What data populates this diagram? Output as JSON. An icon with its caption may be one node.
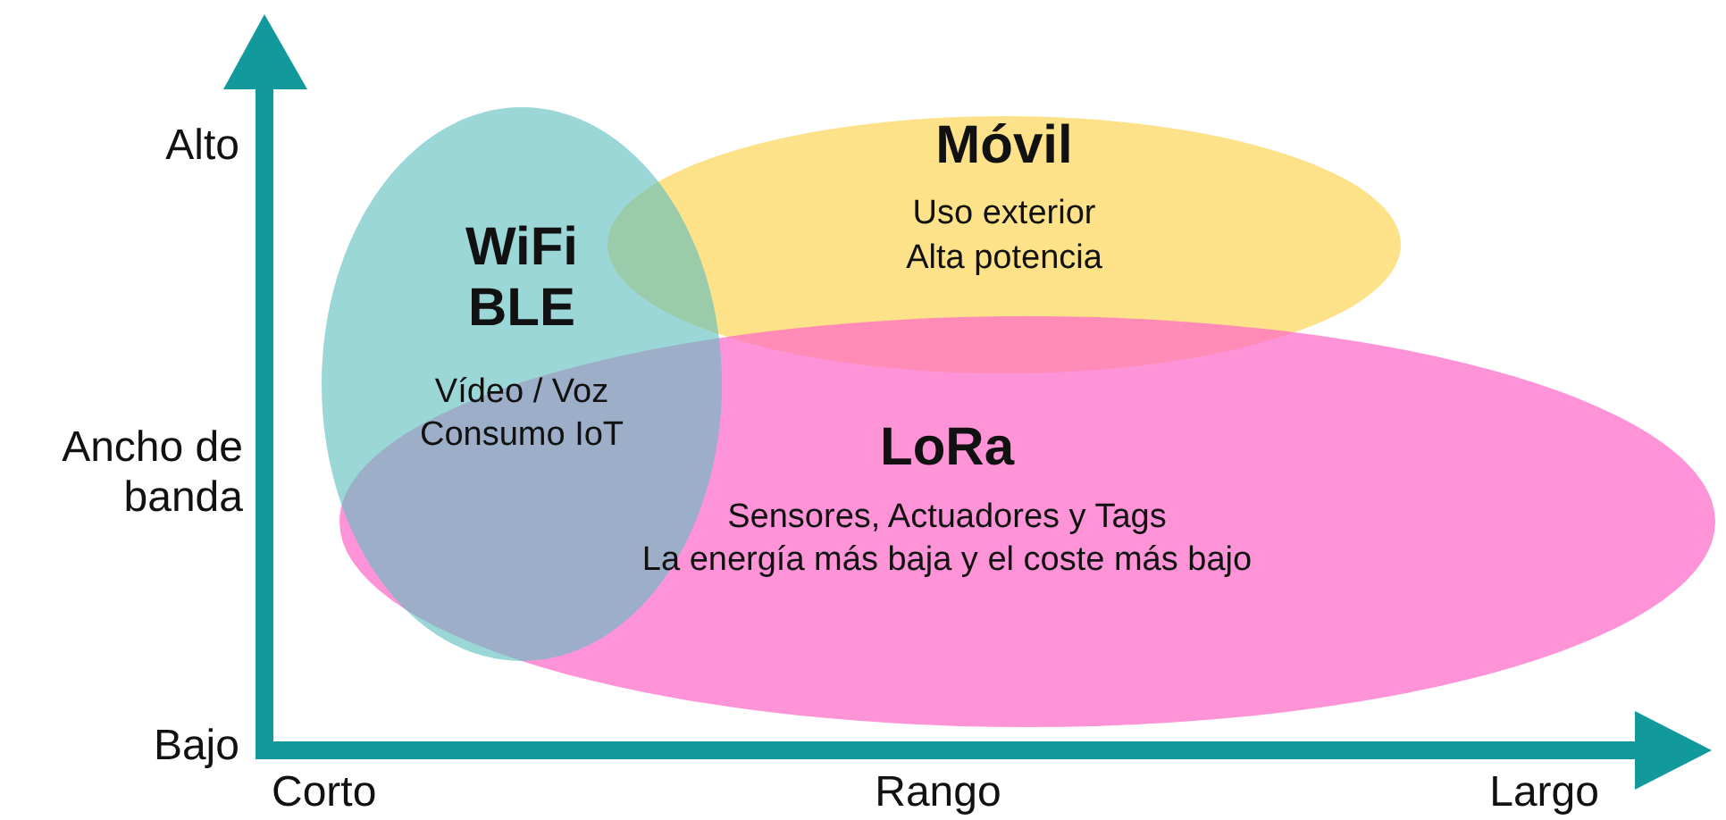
{
  "diagram": {
    "nodes": [
      {
        "text": [
          "WiFi BLE",
          "Vídeo / Voz",
          "Consumo IoT"
        ]
      },
      {
        "text": [
          "Móvil",
          "Uso exterior",
          "Alta potencia"
        ]
      },
      {
        "text": [
          "LoRa",
          "Sensores, Actuadores y Tags",
          "La energía más baja y el coste más bajo"
        ]
      }
    ],
    "edges": [],
    "labels": [
      "Alto",
      "Ancho de banda",
      "Bajo",
      "Corto",
      "Rango",
      "Largo"
    ]
  }
}
